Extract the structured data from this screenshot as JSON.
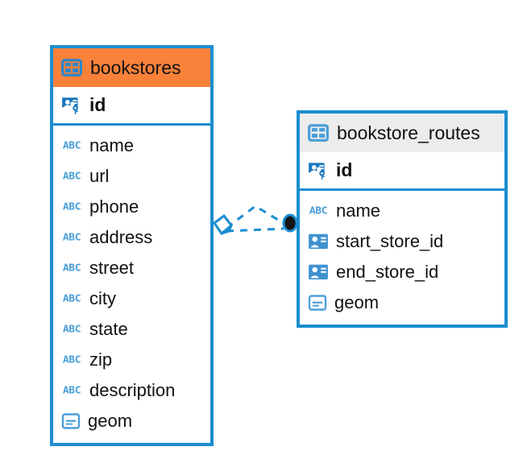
{
  "diagram": {
    "type": "entity-relationship-diagram",
    "background": "#ffffff",
    "accent_color": "#1b8dd0",
    "highlight_color": "#f9813a",
    "header_grey": "#ececec"
  },
  "entities": [
    {
      "name": "bookstores",
      "header_style": "orange",
      "table_icon": "table-icon",
      "primary_key": {
        "label": "id",
        "icon": "primary-key-icon"
      },
      "fields": [
        {
          "label": "name",
          "icon": "abc-text-type-icon"
        },
        {
          "label": "url",
          "icon": "abc-text-type-icon"
        },
        {
          "label": "phone",
          "icon": "abc-text-type-icon"
        },
        {
          "label": "address",
          "icon": "abc-text-type-icon"
        },
        {
          "label": "street",
          "icon": "abc-text-type-icon"
        },
        {
          "label": "city",
          "icon": "abc-text-type-icon"
        },
        {
          "label": "state",
          "icon": "abc-text-type-icon"
        },
        {
          "label": "zip",
          "icon": "abc-text-type-icon"
        },
        {
          "label": "description",
          "icon": "abc-text-type-icon"
        },
        {
          "label": "geom",
          "icon": "geometry-type-icon"
        }
      ]
    },
    {
      "name": "bookstore_routes",
      "header_style": "grey",
      "table_icon": "table-icon",
      "primary_key": {
        "label": "id",
        "icon": "primary-key-icon"
      },
      "fields": [
        {
          "label": "name",
          "icon": "abc-text-type-icon"
        },
        {
          "label": "start_store_id",
          "icon": "foreign-key-icon"
        },
        {
          "label": "end_store_id",
          "icon": "foreign-key-icon"
        },
        {
          "label": "geom",
          "icon": "geometry-type-icon"
        }
      ]
    }
  ],
  "relationships": [
    {
      "from": "bookstores",
      "to": "bookstore_routes",
      "style": "dashed",
      "color": "#1b8dd0",
      "source_marker": "diamond-marker",
      "target_marker": "filled-circle-marker"
    }
  ]
}
